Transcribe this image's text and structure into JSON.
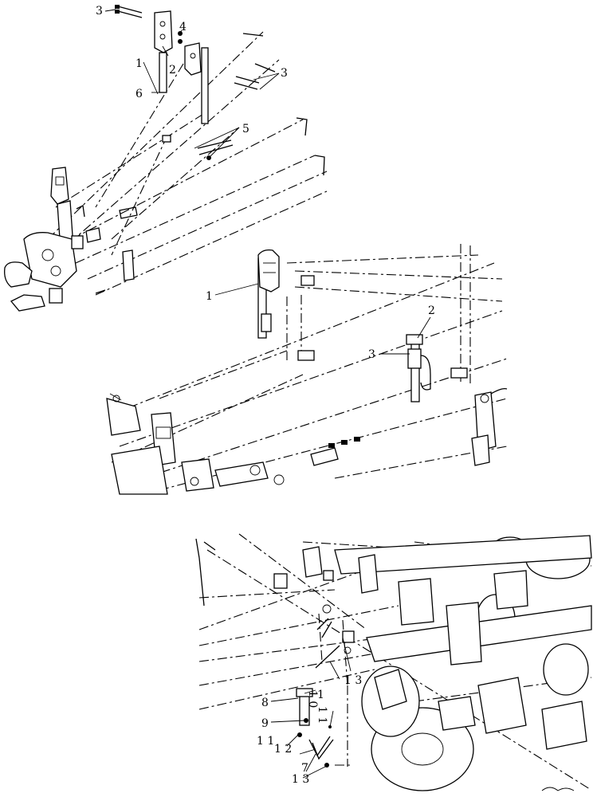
{
  "views": [
    {
      "id": "hitch",
      "callouts": [
        "3",
        "2",
        "4",
        "1",
        "6",
        "3",
        "5"
      ]
    },
    {
      "id": "frame",
      "callouts": [
        "1",
        "2",
        "3"
      ]
    },
    {
      "id": "rear",
      "callouts": [
        "1 3",
        "1 0",
        "8",
        "1",
        "9",
        "1 1",
        "1 2",
        "7",
        "1 1",
        "1 3"
      ]
    }
  ]
}
